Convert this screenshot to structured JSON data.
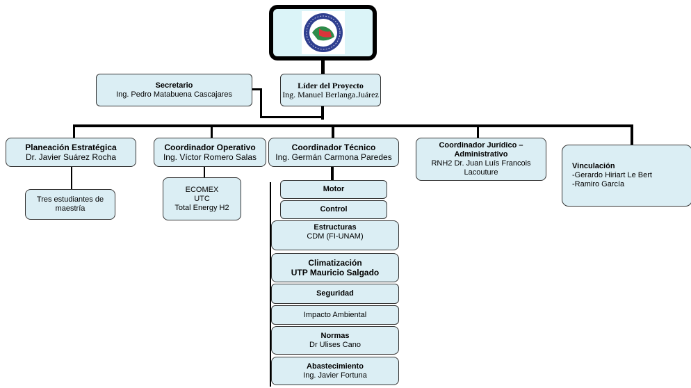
{
  "org": {
    "leader": {
      "title": "Líder del Proyecto",
      "name": "Ing. Manuel Berlanga.Juárez"
    },
    "secretary": {
      "title": "Secretario",
      "name": "Ing. Pedro Matabuena Cascajares"
    },
    "planning": {
      "title": "Planeación Estratégica",
      "name": "Dr. Javier Suárez Rocha",
      "sub": "Tres estudiantes de maestría"
    },
    "operative": {
      "title": "Coordinador Operativo",
      "name": "Ing. Víctor Romero Salas",
      "sub1": "ECOMEX",
      "sub2": "UTC",
      "sub3": "Total Energy H2"
    },
    "technical": {
      "title": "Coordinador Técnico",
      "name": "Ing. Germán Carmona Paredes"
    },
    "legal": {
      "title": "Coordinador Jurídico – Administrativo",
      "name": "RNH2 Dr. Juan Luís Francois Lacouture"
    },
    "liaison": {
      "title": "Vinculación",
      "item1": "-Gerardo Hiriart Le Bert",
      "item2": "-Ramiro García"
    },
    "tech_units": {
      "motor": "Motor",
      "control": "Control",
      "estructuras_title": "Estructuras",
      "estructuras_name": "CDM (FI-UNAM)",
      "climatizacion_title": "Climatización",
      "climatizacion_name": "UTP Mauricio Salgado",
      "seguridad": "Seguridad",
      "impacto": "Impacto Ambiental",
      "normas_title": "Normas",
      "normas_name": "Dr Ulises Cano",
      "abastecimiento_title": "Abastecimiento",
      "abastecimiento_name": "Ing. Javier Fortuna"
    }
  },
  "colors": {
    "box_fill": "#dbeef4",
    "line": "#000000"
  },
  "logo": {
    "icon": "seal-logo-icon"
  }
}
